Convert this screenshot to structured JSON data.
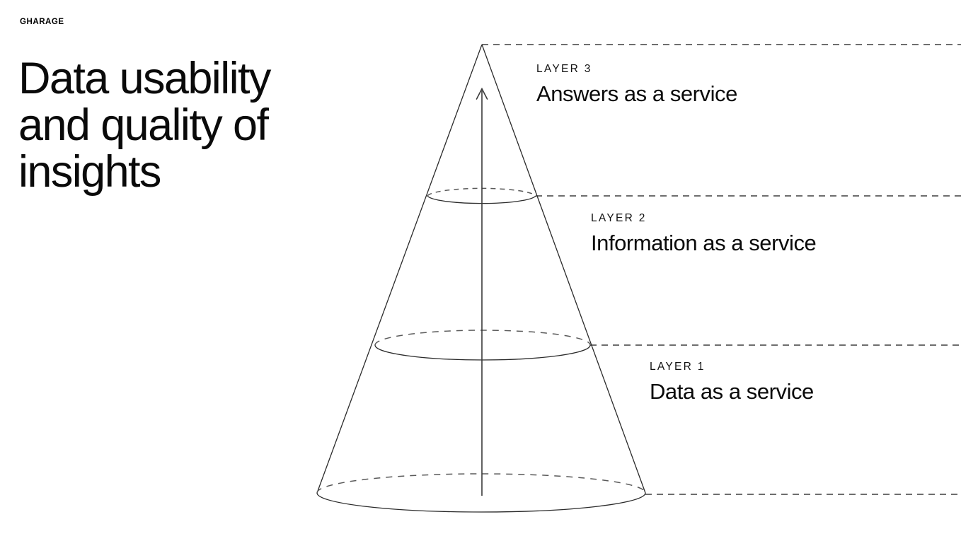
{
  "brand": {
    "name": "GHARAGE"
  },
  "headline": {
    "line1": "Data usability",
    "line2": "and quality of",
    "line3": "insights"
  },
  "diagram": {
    "type": "layered-cone",
    "axis_arrow_direction": "up",
    "stroke_color": "#333333",
    "dashed_color": "#555555",
    "background": "#ffffff",
    "layers": [
      {
        "kicker": "LAYER  3",
        "title": "Answers as a service",
        "level": 3,
        "position": "top"
      },
      {
        "kicker": "LAYER  2",
        "title": "Information as a service",
        "level": 2,
        "position": "middle"
      },
      {
        "kicker": "LAYER  1",
        "title": "Data as a service",
        "level": 1,
        "position": "bottom"
      }
    ]
  },
  "chart_data": {
    "type": "diagram",
    "title": "Data usability and quality of insights",
    "categories": [
      "Data as a service",
      "Information as a service",
      "Answers as a service"
    ],
    "labels": [
      "LAYER  1",
      "LAYER  2",
      "LAYER  3"
    ],
    "values": [
      1,
      2,
      3
    ],
    "xlabel": "",
    "ylabel": "Data usability and quality of insights",
    "notes": "Cone narrowing upward; three stacked layers separated by dashed guide lines; vertical arrow points to apex."
  }
}
